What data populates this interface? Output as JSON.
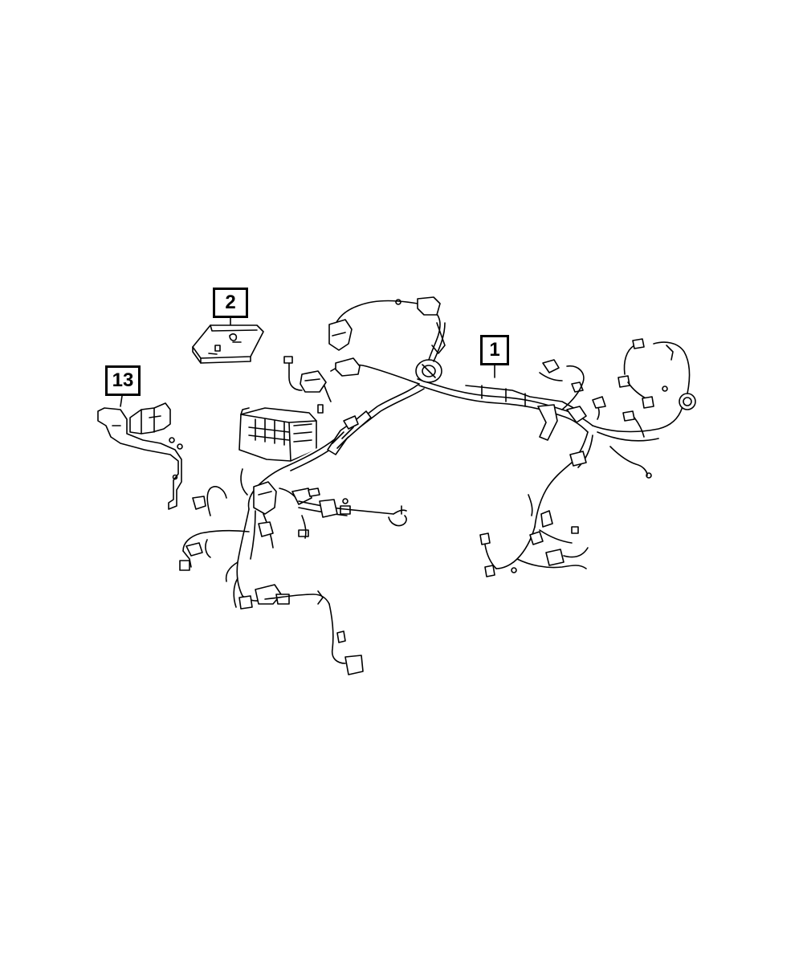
{
  "callouts": [
    {
      "id": "2",
      "label": "2",
      "part": "fuse-box-cover"
    },
    {
      "id": "1",
      "label": "1",
      "part": "wiring-harness"
    },
    {
      "id": "13",
      "label": "13",
      "part": "mounting-bracket"
    }
  ],
  "colors": {
    "line": "#000000",
    "background": "#ffffff"
  }
}
